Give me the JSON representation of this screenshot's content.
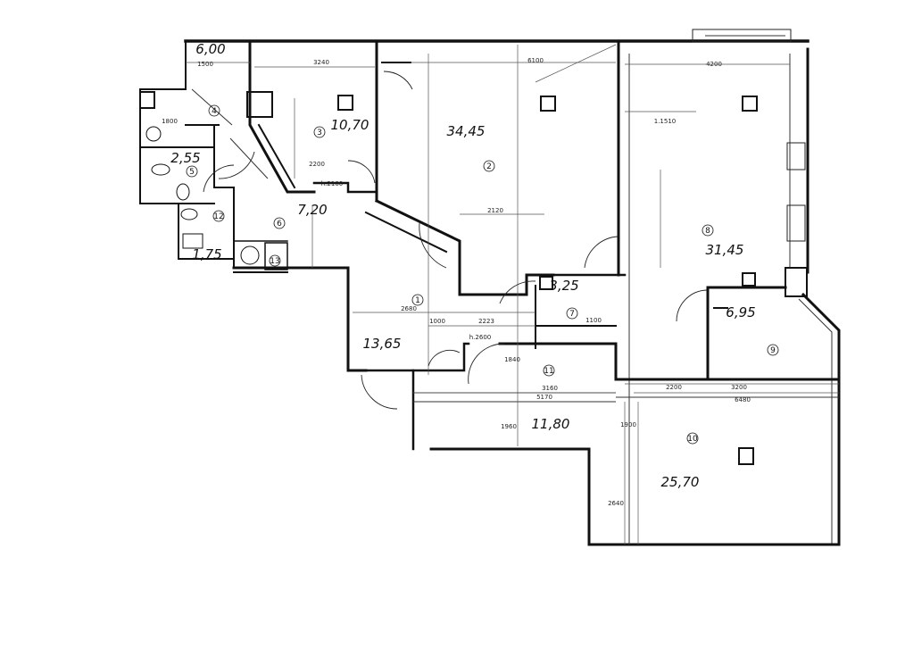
{
  "rooms": [
    {
      "id": "r-3a",
      "number": "3",
      "area": "10,70"
    },
    {
      "id": "r-2",
      "number": "2",
      "area": "34,45"
    },
    {
      "id": "r-8",
      "number": "8",
      "area": "31,45"
    },
    {
      "id": "r-6",
      "number": "6",
      "area": "7,20"
    },
    {
      "id": "r-5",
      "number": "5",
      "area": "2,55"
    },
    {
      "id": "r-4",
      "number": "4",
      "area": "6,00"
    },
    {
      "id": "r-12",
      "number": "12",
      "area": "1,75"
    },
    {
      "id": "r-13",
      "number": "13",
      "area": ""
    },
    {
      "id": "r-1",
      "number": "1",
      "area": "13,65"
    },
    {
      "id": "r-7",
      "number": "7",
      "area": "3,25"
    },
    {
      "id": "r-9",
      "number": "9",
      "area": "6,95"
    },
    {
      "id": "r-11",
      "number": "11",
      "area": "11,80"
    },
    {
      "id": "r-10",
      "number": "10",
      "area": "25,70"
    }
  ],
  "dimensions": [
    "3240",
    "6100",
    "4200",
    "1500",
    "1800",
    "2200",
    "2120",
    "2680",
    "1000",
    "2223",
    "1100",
    "5170",
    "3160",
    "2200",
    "3200",
    "6480",
    "2640",
    "1840",
    "1960",
    "1900",
    "1.1510",
    "h.2100",
    "h.2600"
  ]
}
